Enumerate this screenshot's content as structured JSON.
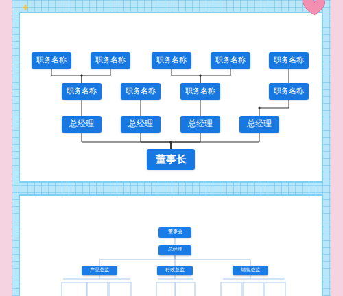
{
  "diagram": {
    "nodes": [
      {
        "text": [
          "职务名称"
        ]
      },
      {
        "text": [
          "职务名称"
        ]
      },
      {
        "text": [
          "职务名称"
        ]
      },
      {
        "text": [
          "职务名称"
        ]
      },
      {
        "text": [
          "职务名称"
        ]
      },
      {
        "text": [
          "职务名称"
        ]
      },
      {
        "text": [
          "职务名称"
        ]
      },
      {
        "text": [
          "职务名称"
        ]
      },
      {
        "text": [
          "职务名称"
        ]
      },
      {
        "text": [
          "总经理"
        ]
      },
      {
        "text": [
          "总经理"
        ]
      },
      {
        "text": [
          "总经理"
        ]
      },
      {
        "text": [
          "总经理"
        ]
      },
      {
        "text": [
          "董事长"
        ]
      },
      {
        "text": [
          "董事会"
        ]
      },
      {
        "text": [
          "总经理"
        ]
      },
      {
        "text": [
          "产品总监"
        ]
      },
      {
        "text": [
          "行政总监"
        ]
      },
      {
        "text": [
          "销售总监"
        ]
      }
    ],
    "edges": [
      {
        "from": 0,
        "to": 5,
        "arrow": "none"
      },
      {
        "from": 1,
        "to": 5,
        "arrow": "none"
      },
      {
        "from": 2,
        "to": 7,
        "arrow": "none"
      },
      {
        "from": 3,
        "to": 7,
        "arrow": "none"
      },
      {
        "from": 4,
        "to": 8,
        "arrow": "none"
      },
      {
        "from": 5,
        "to": 9,
        "arrow": "none"
      },
      {
        "from": 6,
        "to": 10,
        "arrow": "none"
      },
      {
        "from": 7,
        "to": 11,
        "arrow": "none"
      },
      {
        "from": 8,
        "to": 12,
        "arrow": "none"
      },
      {
        "from": 9,
        "to": 13,
        "arrow": "none"
      },
      {
        "from": 10,
        "to": 13,
        "arrow": "none"
      },
      {
        "from": 11,
        "to": 13,
        "arrow": "none"
      },
      {
        "from": 12,
        "to": 13,
        "arrow": "none"
      },
      {
        "from": 14,
        "to": 15,
        "arrow": "none"
      },
      {
        "from": 15,
        "to": 16,
        "arrow": "none"
      },
      {
        "from": 15,
        "to": 17,
        "arrow": "none"
      },
      {
        "from": 15,
        "to": 18,
        "arrow": "none"
      }
    ]
  }
}
